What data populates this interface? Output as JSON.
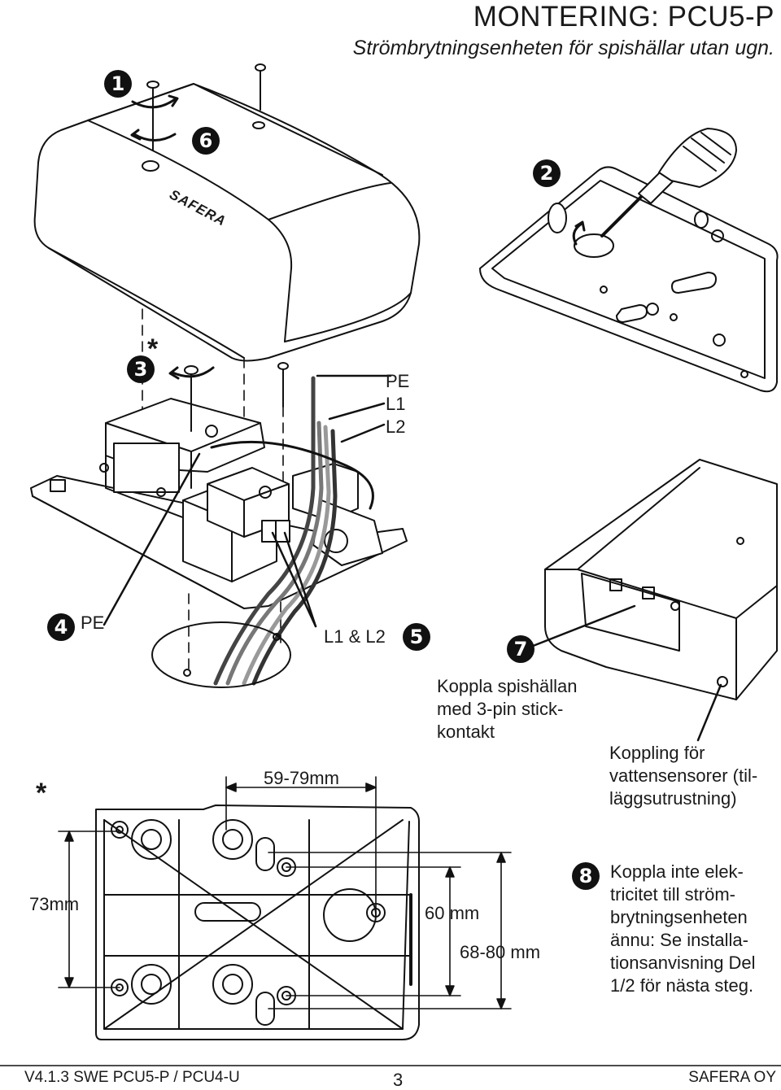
{
  "header": {
    "title": "MONTERING: PCU5-P",
    "subtitle": "Strömbrytningsenheten för spishällar utan ugn."
  },
  "steps": {
    "s1": "1",
    "s2": "2",
    "s3": "3",
    "s4": "4",
    "s5": "5",
    "s6": "6",
    "s7": "7",
    "s8": "8",
    "asterisk": "*"
  },
  "device": {
    "logo": "SAFERA"
  },
  "wires": {
    "pe": "PE",
    "l1": "L1",
    "l2": "L2",
    "pe_left": "PE",
    "l1l2": "L1 & L2"
  },
  "notes": {
    "plug": [
      "Koppla spishällan",
      "med 3-pin stick-",
      "kontakt"
    ],
    "water": [
      "Koppling för",
      "vattensensorer (til-",
      "läggsutrustning)"
    ],
    "power": [
      "Koppla inte elek-",
      "tricitet till ström-",
      "brytningsenheten",
      "ännu: Se installa-",
      "tionsanvisning Del",
      "1/2 för nästa steg."
    ]
  },
  "dimensions": {
    "width": "59-79mm",
    "height": "73mm",
    "d60": "60 mm",
    "d6880": "68-80 mm"
  },
  "footer": {
    "version": "V4.1.3 SWE PCU5-P / PCU4-U",
    "page": "3",
    "company": "SAFERA OY"
  }
}
